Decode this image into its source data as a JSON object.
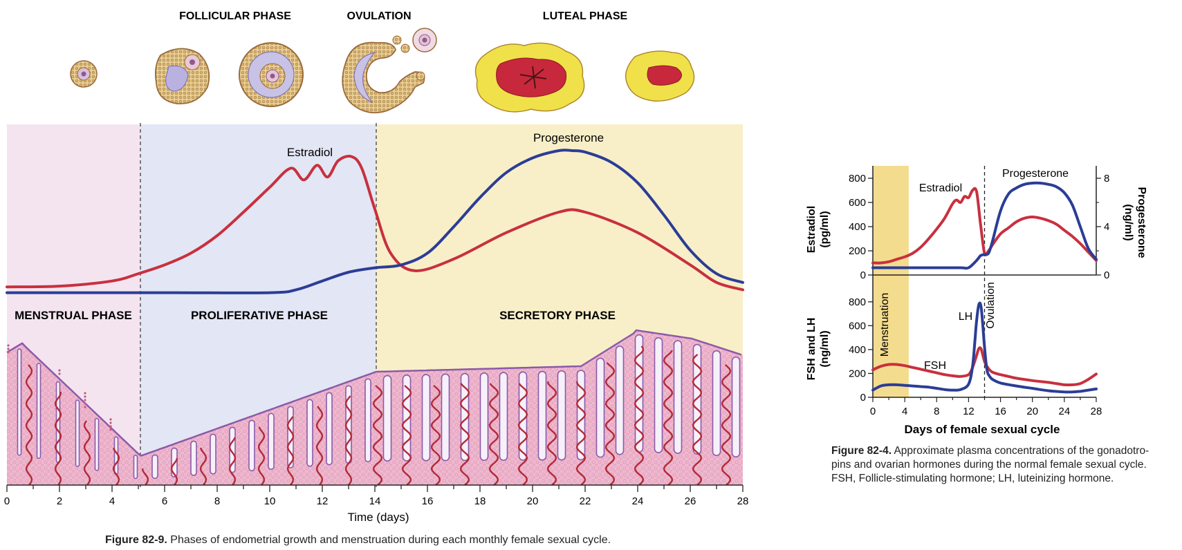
{
  "left_figure": {
    "ovary_labels": [
      "FOLLICULAR PHASE",
      "OVULATION",
      "LUTEAL PHASE"
    ],
    "phase_labels": [
      "MENSTRUAL PHASE",
      "PROLIFERATIVE PHASE",
      "SECRETORY PHASE"
    ],
    "phase_colors": {
      "menstrual": "#f4e4f0",
      "proliferative": "#e3e6f4",
      "secretory": "#f8efc8"
    },
    "caption_label": "Figure 82-9.",
    "caption_text": "Phases of endometrial growth and menstruation during each monthly female sexual cycle."
  },
  "right_figure": {
    "caption_label": "Figure 82-4.",
    "caption_lines": [
      "Approximate plasma concentrations of the gonadotro-",
      "pins and ovarian hormones during the normal female sexual cycle.",
      "FSH, Follicle-stimulating hormone; LH, luteinizing hormone."
    ],
    "menstruation_label": "Menstruation",
    "ovulation_label": "Ovulation"
  },
  "chart_data": [
    {
      "type": "line",
      "xlabel": "Time (days)",
      "xlim": [
        0,
        28
      ],
      "x_ticks": [
        0,
        2,
        4,
        6,
        8,
        10,
        12,
        14,
        16,
        18,
        20,
        22,
        24,
        26,
        28
      ],
      "phase_boundaries": [
        5,
        14
      ],
      "colors": {
        "Estradiol": "#c8303e",
        "Progesterone": "#2b3d96"
      },
      "series": [
        {
          "name": "Estradiol",
          "x": [
            0,
            2,
            4,
            5,
            6,
            7,
            8,
            9,
            10,
            10.8,
            11.3,
            11.8,
            12.2,
            12.6,
            13.1,
            13.5,
            14,
            14.6,
            15.5,
            17,
            19,
            21,
            22,
            24,
            26,
            27,
            28
          ],
          "y": [
            7,
            7.5,
            11,
            16,
            22,
            30,
            42,
            58,
            75,
            88,
            80,
            90,
            82,
            93,
            96,
            88,
            60,
            30,
            18,
            26,
            44,
            58,
            58,
            44,
            22,
            10,
            5
          ]
        },
        {
          "name": "Progesterone",
          "x": [
            0,
            6,
            10,
            11,
            12,
            13,
            14,
            15,
            16,
            17,
            18,
            19,
            20,
            21,
            21.5,
            22,
            23,
            24,
            25,
            26,
            27,
            28
          ],
          "y": [
            3,
            3,
            3,
            5,
            11,
            17,
            20,
            22,
            30,
            48,
            68,
            85,
            95,
            100,
            100,
            99,
            92,
            78,
            56,
            32,
            16,
            10
          ]
        }
      ]
    },
    {
      "type": "line",
      "xlim": [
        0,
        28
      ],
      "x_ticks": [
        0,
        4,
        8,
        12,
        16,
        20,
        24,
        28
      ],
      "ylabel": "Estradiol (pg/ml)",
      "ylim": [
        0,
        880
      ],
      "y_ticks": [
        0,
        200,
        400,
        600,
        800
      ],
      "ylabel_right": "Progesterone (ng/ml)",
      "ylim_right": [
        0,
        8.8
      ],
      "y_ticks_right": [
        0,
        4,
        8
      ],
      "menstruation_days": [
        0,
        4.5
      ],
      "ovulation_day": 14,
      "colors": {
        "Estradiol": "#c8303e",
        "Progesterone": "#2b3d96"
      },
      "series": [
        {
          "name": "Estradiol",
          "axis": "left",
          "x": [
            0,
            1,
            2,
            3,
            4,
            5,
            6,
            7,
            8,
            9,
            10,
            10.5,
            11,
            11.5,
            12,
            12.5,
            13,
            13.5,
            14,
            14.5,
            15,
            16,
            17,
            18,
            19,
            20,
            21,
            22,
            23,
            24,
            25,
            26,
            27,
            28
          ],
          "y": [
            100,
            100,
            110,
            130,
            150,
            180,
            230,
            300,
            380,
            470,
            590,
            620,
            600,
            650,
            640,
            700,
            690,
            420,
            180,
            200,
            250,
            340,
            390,
            440,
            470,
            480,
            470,
            450,
            420,
            370,
            320,
            260,
            190,
            120
          ]
        },
        {
          "name": "Progesterone",
          "axis": "right",
          "x": [
            0,
            4,
            8,
            11,
            12,
            13,
            13.5,
            14,
            14.5,
            15,
            16,
            17,
            18,
            19,
            20,
            21,
            22,
            23,
            24,
            25,
            26,
            27,
            28
          ],
          "y": [
            0.6,
            0.6,
            0.6,
            0.6,
            0.6,
            1.2,
            1.6,
            1.7,
            1.8,
            2.8,
            5.3,
            6.7,
            7.2,
            7.5,
            7.6,
            7.6,
            7.5,
            7.3,
            6.8,
            5.8,
            4.0,
            2.2,
            1.3
          ]
        }
      ]
    },
    {
      "type": "line",
      "xlabel": "Days of female sexual cycle",
      "xlim": [
        0,
        28
      ],
      "x_ticks": [
        0,
        4,
        8,
        12,
        16,
        20,
        24,
        28
      ],
      "ylabel": "FSH and LH (ng/ml)",
      "ylim": [
        0,
        880
      ],
      "y_ticks": [
        0,
        200,
        400,
        600,
        800
      ],
      "menstruation_days": [
        0,
        4.5
      ],
      "ovulation_day": 14,
      "colors": {
        "FSH": "#c8303e",
        "LH": "#2b3d96"
      },
      "series": [
        {
          "name": "FSH",
          "x": [
            0,
            1,
            2,
            3,
            4,
            5,
            6,
            7,
            8,
            9,
            10,
            11,
            12,
            12.5,
            13,
            13.3,
            13.6,
            14,
            14.5,
            15,
            16,
            17,
            18,
            20,
            22,
            23,
            24,
            25,
            26,
            27,
            28
          ],
          "y": [
            230,
            260,
            275,
            275,
            265,
            250,
            235,
            220,
            205,
            190,
            180,
            175,
            190,
            250,
            350,
            410,
            400,
            300,
            240,
            210,
            190,
            175,
            160,
            140,
            125,
            115,
            105,
            105,
            115,
            150,
            195
          ]
        },
        {
          "name": "LH",
          "x": [
            0,
            1,
            2,
            3,
            4,
            5,
            6,
            7,
            8,
            9,
            10,
            11,
            12,
            12.5,
            12.8,
            13,
            13.3,
            13.6,
            14,
            14.3,
            14.6,
            15,
            16,
            18,
            20,
            22,
            24,
            25,
            26,
            27,
            28
          ],
          "y": [
            60,
            95,
            105,
            105,
            100,
            95,
            90,
            85,
            75,
            65,
            60,
            65,
            110,
            260,
            480,
            640,
            780,
            740,
            420,
            230,
            180,
            150,
            120,
            95,
            75,
            55,
            45,
            45,
            50,
            60,
            70
          ]
        }
      ]
    }
  ]
}
